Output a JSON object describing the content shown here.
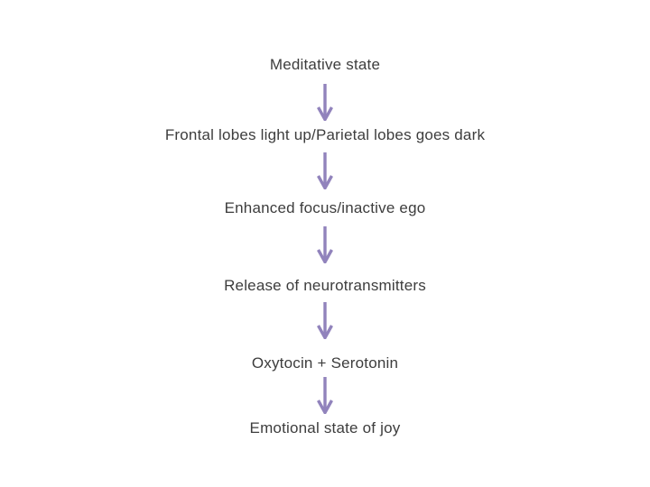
{
  "theme": {
    "background": "#ffffff",
    "text_color": "#3d3d3d",
    "arrow_color": "#9183bc"
  },
  "flow": {
    "type": "flowchart",
    "direction": "top-down",
    "connector": "down-arrow",
    "steps": [
      {
        "label": "Meditative state"
      },
      {
        "label": "Frontal lobes light up/Parietal lobes goes dark"
      },
      {
        "label": "Enhanced focus/inactive ego"
      },
      {
        "label": "Release of neurotransmitters"
      },
      {
        "label": "Oxytocin + Serotonin"
      },
      {
        "label": "Emotional state of joy"
      }
    ]
  }
}
